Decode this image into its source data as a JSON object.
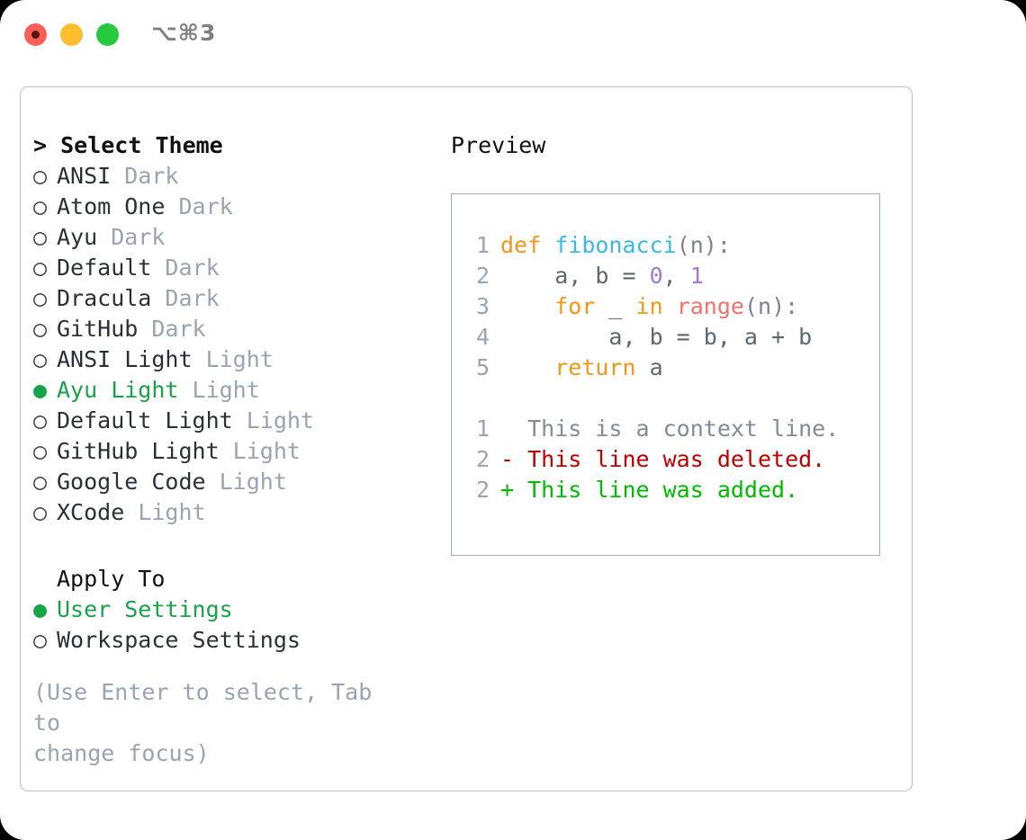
{
  "window": {
    "shortcut": "⌥⌘3",
    "traffic_lights": [
      "close-red",
      "minimize-yellow",
      "maximize-green"
    ]
  },
  "theme_panel": {
    "header": "> Select Theme",
    "items": [
      {
        "marker": "○",
        "label": "ANSI",
        "tag": " Dark",
        "selected": false
      },
      {
        "marker": "○",
        "label": "Atom One",
        "tag": " Dark",
        "selected": false
      },
      {
        "marker": "○",
        "label": "Ayu",
        "tag": " Dark",
        "selected": false
      },
      {
        "marker": "○",
        "label": "Default",
        "tag": " Dark",
        "selected": false
      },
      {
        "marker": "○",
        "label": "Dracula",
        "tag": " Dark",
        "selected": false
      },
      {
        "marker": "○",
        "label": "GitHub",
        "tag": " Dark",
        "selected": false
      },
      {
        "marker": "○",
        "label": "ANSI Light",
        "tag": " Light",
        "selected": false
      },
      {
        "marker": "●",
        "label": "Ayu Light",
        "tag": " Light",
        "selected": true
      },
      {
        "marker": "○",
        "label": "Default Light",
        "tag": " Light",
        "selected": false
      },
      {
        "marker": "○",
        "label": "GitHub Light",
        "tag": " Light",
        "selected": false
      },
      {
        "marker": "○",
        "label": "Google Code",
        "tag": " Light",
        "selected": false
      },
      {
        "marker": "○",
        "label": "XCode",
        "tag": " Light",
        "selected": false
      }
    ]
  },
  "apply_to": {
    "header": "Apply To",
    "items": [
      {
        "marker": "●",
        "label": "User Settings",
        "selected": true
      },
      {
        "marker": "○",
        "label": "Workspace Settings",
        "selected": false
      }
    ]
  },
  "hint": "(Use Enter to select, Tab to\nchange focus)",
  "preview": {
    "title": "Preview",
    "code_lines": [
      {
        "no": "1",
        "tokens": [
          {
            "t": "def",
            "c": "t-kw"
          },
          {
            "t": " ",
            "c": "t-plain"
          },
          {
            "t": "fibonacci",
            "c": "t-fn"
          },
          {
            "t": "(n):",
            "c": "t-punc"
          }
        ]
      },
      {
        "no": "2",
        "tokens": [
          {
            "t": "    a, b = ",
            "c": "t-plain"
          },
          {
            "t": "0",
            "c": "t-num"
          },
          {
            "t": ", ",
            "c": "t-plain"
          },
          {
            "t": "1",
            "c": "t-num"
          }
        ]
      },
      {
        "no": "3",
        "tokens": [
          {
            "t": "    ",
            "c": "t-plain"
          },
          {
            "t": "for",
            "c": "t-kw"
          },
          {
            "t": " _ ",
            "c": "t-plain"
          },
          {
            "t": "in",
            "c": "t-kw"
          },
          {
            "t": " ",
            "c": "t-plain"
          },
          {
            "t": "range",
            "c": "t-call"
          },
          {
            "t": "(n):",
            "c": "t-punc"
          }
        ]
      },
      {
        "no": "4",
        "tokens": [
          {
            "t": "        a, b = b, a + b",
            "c": "t-plain"
          }
        ]
      },
      {
        "no": "5",
        "tokens": [
          {
            "t": "    ",
            "c": "t-plain"
          },
          {
            "t": "return",
            "c": "t-kw"
          },
          {
            "t": " a",
            "c": "t-plain"
          }
        ]
      }
    ],
    "diff_lines": [
      {
        "no": "1",
        "sign": "  ",
        "text": "This is a context line.",
        "c": "t-ctx"
      },
      {
        "no": "2",
        "sign": "- ",
        "text": "This line was deleted.",
        "c": "t-del"
      },
      {
        "no": "2",
        "sign": "+ ",
        "text": "This line was added.",
        "c": "t-add"
      }
    ]
  },
  "colors": {
    "accent_green": "#16a34a",
    "keyword_orange": "#f29718",
    "function_blue": "#39bae6",
    "number_purple": "#a37acc",
    "call_red": "#f07171",
    "diff_deleted": "#c00000",
    "diff_added": "#00bb00",
    "muted": "#9aa3b2",
    "border": "#b9c0cc"
  }
}
